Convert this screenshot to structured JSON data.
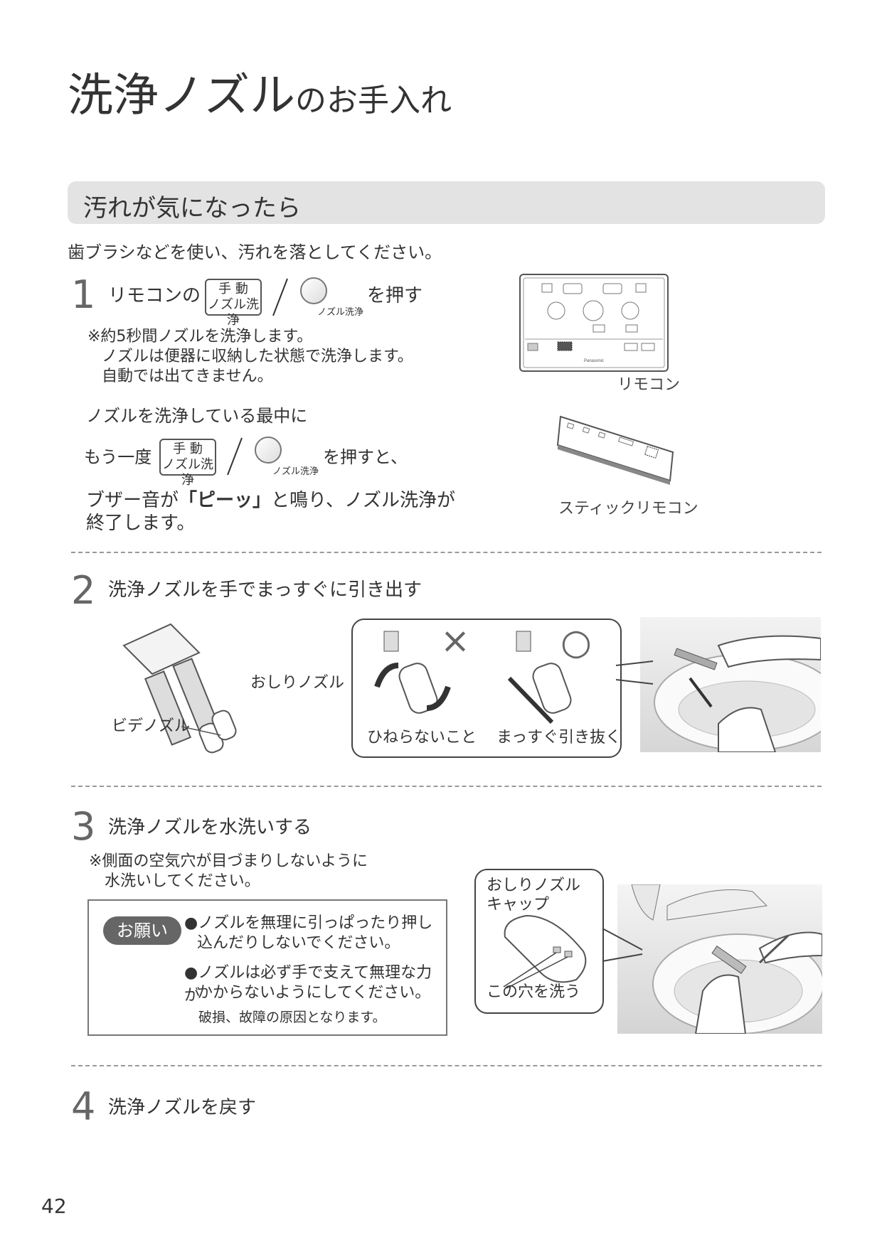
{
  "title": {
    "main": "洗浄ノズル",
    "sub": "のお手入れ"
  },
  "section": {
    "heading": "汚れが気になったら",
    "intro": "歯ブラシなどを使い、汚れを落としてください。"
  },
  "step1": {
    "num": "1",
    "pre": "リモコンの",
    "key_l1": "手 動",
    "key_l2": "ノズル洗浄",
    "circle_label": "ノズル洗浄",
    "post": "を押す",
    "note_l1": "※約5秒間ノズルを洗浄します。",
    "note_l2": "ノズルは便器に収納した状態で洗浄します。",
    "note_l3": "自動では出てきません。",
    "mid_l1": "ノズルを洗浄している最中に",
    "mid_pre": "もう一度",
    "mid_post": "を押すと、",
    "end_pre": "ブザー音が",
    "end_bold": "「ピーッ」",
    "end_post": "と鳴り、ノズル洗浄が",
    "end_l2": "終了します。",
    "remote_caption": "リモコン",
    "stick_caption": "スティックリモコン",
    "remote_brand": "Panasonic"
  },
  "step2": {
    "num": "2",
    "text": "洗浄ノズルを手でまっすぐに引き出す",
    "label_oshiri": "おしりノズル",
    "label_bidet": "ビデノズル",
    "caption_bad": "ひねらないこと",
    "caption_good": "まっすぐ引き抜く",
    "mark_bad": "×",
    "mark_good": "○"
  },
  "step3": {
    "num": "3",
    "text": "洗浄ノズルを水洗いする",
    "note_l1": "※側面の空気穴が目づまりしないように",
    "note_l2": "水洗いしてください。",
    "cap_title_l1": "おしりノズル",
    "cap_title_l2": "キャップ",
    "cap_wash": "この穴を洗う",
    "onegai": "お願い",
    "b1_l1": "●ノズルを無理に引っぱったり押し",
    "b1_l2": "込んだりしないでください。",
    "b2_l1": "●ノズルは必ず手で支えて無理な力が",
    "b2_l2": "かからないようにしてください。",
    "b_note": "破損、故障の原因となります。"
  },
  "step4": {
    "num": "4",
    "text": "洗浄ノズルを戻す"
  },
  "page": {
    "number": "42"
  }
}
